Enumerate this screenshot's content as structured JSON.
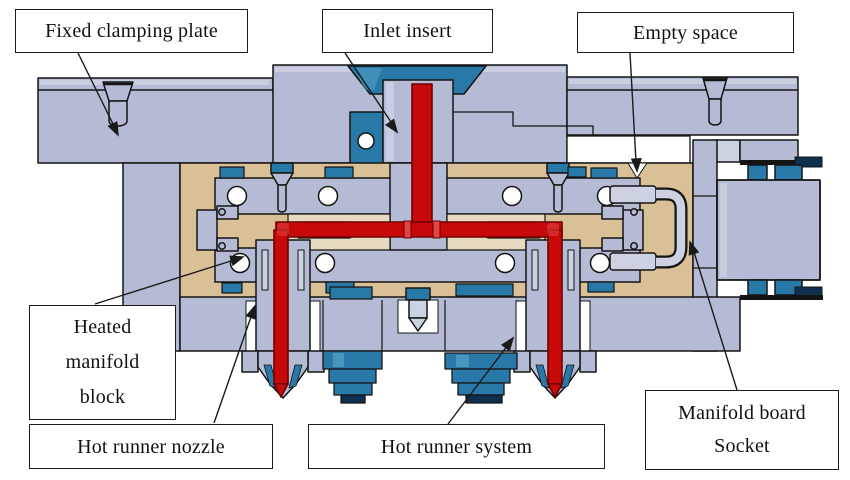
{
  "figure": {
    "type": "engineering-cross-section",
    "labels": {
      "fixed_clamping_plate": "Fixed clamping plate",
      "inlet_insert": "Inlet insert",
      "empty_space": "Empty space",
      "heated_manifold_block": {
        "line1": "Heated",
        "line2": "manifold",
        "line3": "block"
      },
      "hot_runner_nozzle": "Hot runner nozzle",
      "hot_runner_system": "Hot runner system",
      "manifold_board_socket": {
        "line1": "Manifold board",
        "line2": "Socket"
      }
    },
    "colors": {
      "background": "#ffffff",
      "plate": "#b5bbd4",
      "plate_light": "#cdd2e3",
      "plate_dark": "#9aa3c2",
      "tan": "#d9c096",
      "tan_light": "#e7dbbf",
      "blue": "#2878a8",
      "blue_light": "#5fa8cd",
      "navy": "#0e2f4e",
      "red": "#c80909",
      "red_light": "#e24545",
      "red_dark": "#6f0000",
      "outline": "#141414"
    }
  }
}
